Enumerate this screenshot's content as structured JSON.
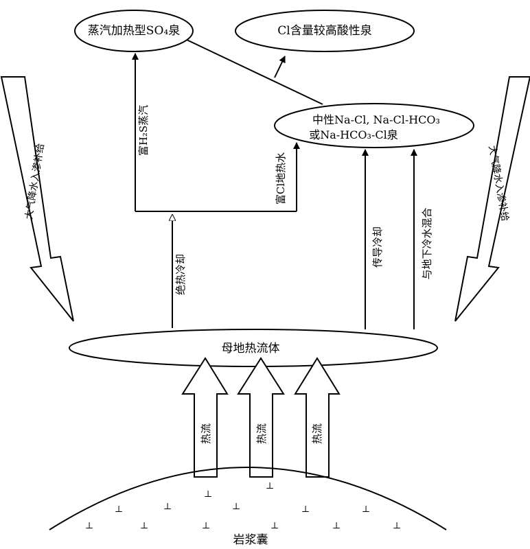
{
  "nodes": {
    "steam_so4": "蒸汽加热型SO₄泉",
    "cl_acid": "Cl含量较高酸性泉",
    "neutral_line1": "中性Na-Cl, Na-Cl-HCO₃",
    "neutral_line2": "或Na-HCO₃-Cl泉",
    "parent_fluid": "母地热流体",
    "magma": "岩浆囊"
  },
  "side_arrows": {
    "left": "大气降水入渗补给",
    "right": "大气降水入渗补给"
  },
  "process_labels": {
    "h2s_steam": "富H₂S蒸汽",
    "cl_water": "富Cl地热水",
    "adiabatic": "绝热冷却",
    "conductive": "传导冷却",
    "mixing": "与地下冷水混合"
  },
  "heat_flow_label": "热流",
  "magma_symbol": "⊥"
}
